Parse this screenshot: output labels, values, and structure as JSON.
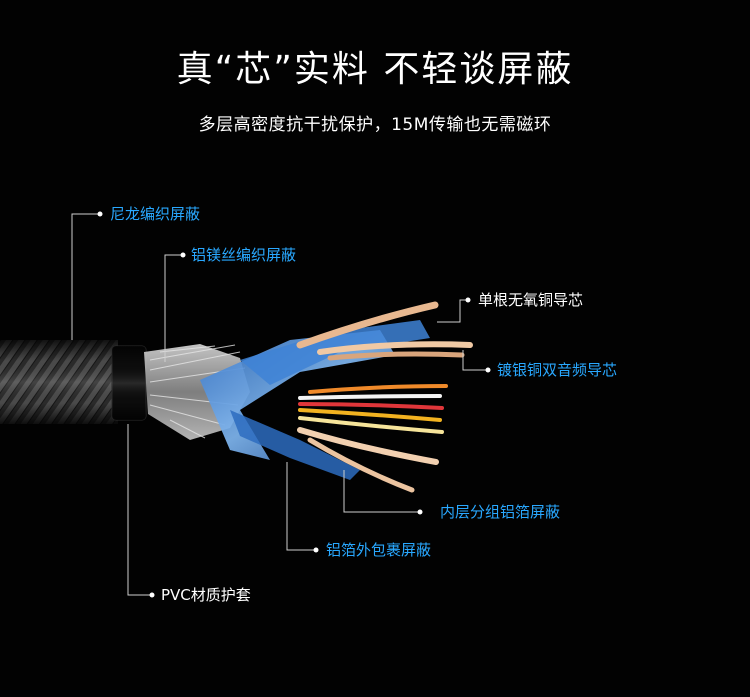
{
  "header": {
    "title": "真“芯”实料 不轻谈屏蔽",
    "subtitle": "多层高密度抗干扰保护，15M传输也无需磁环"
  },
  "callouts": [
    {
      "id": "nylon-braid",
      "text": "尼龙编织屏蔽",
      "color": "#29a8ff"
    },
    {
      "id": "al-mg-braid",
      "text": "铝镁丝编织屏蔽",
      "color": "#29a8ff"
    },
    {
      "id": "single-copper",
      "text": "单根无氧铜导芯",
      "color": "#ffffff"
    },
    {
      "id": "silver-copper",
      "text": "镀银铜双音频导芯",
      "color": "#29a8ff"
    },
    {
      "id": "inner-foil",
      "text": "内层分组铝箔屏蔽",
      "color": "#29a8ff"
    },
    {
      "id": "outer-foil",
      "text": "铝箔外包裹屏蔽",
      "color": "#29a8ff"
    },
    {
      "id": "pvc-jacket",
      "text": "PVC材质护套",
      "color": "#ffffff"
    }
  ]
}
